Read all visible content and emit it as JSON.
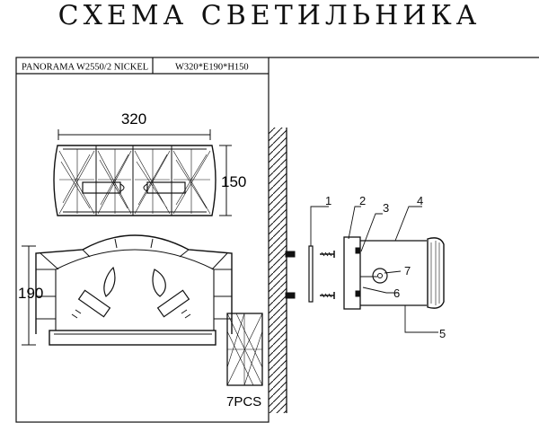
{
  "title": "СХЕМА СВЕТИЛЬНИКА",
  "spec": {
    "model": "PANORAMA W2550/2 NICKEL",
    "dimensions": "W320*E190*H150"
  },
  "dims": {
    "width": "320",
    "height": "150",
    "depth": "190"
  },
  "parts_count": "7PCS",
  "callouts": [
    "1",
    "2",
    "3",
    "4",
    "5",
    "6",
    "7"
  ],
  "colors": {
    "line": "#111111",
    "background": "#ffffff"
  }
}
